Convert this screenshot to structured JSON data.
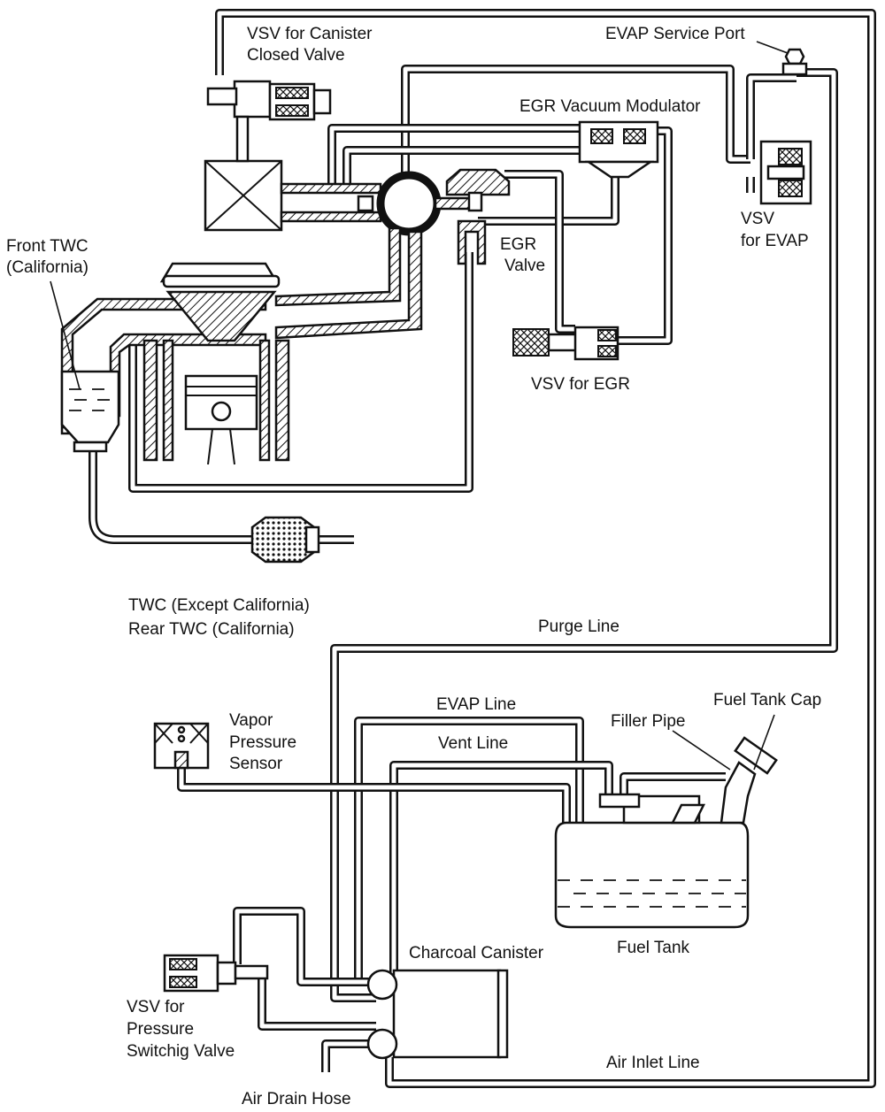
{
  "labels": {
    "vsv_canister_1": "VSV for Canister",
    "vsv_canister_2": "Closed Valve",
    "evap_service_port": "EVAP Service Port",
    "egr_vacuum_modulator": "EGR Vacuum Modulator",
    "vsv_evap_1": "VSV",
    "vsv_evap_2": "for EVAP",
    "front_twc_1": "Front TWC",
    "front_twc_2": "(California)",
    "egr_valve_1": "EGR",
    "egr_valve_2": "Valve",
    "vsv_egr": "VSV for EGR",
    "twc_except_1": "TWC (Except California)",
    "twc_except_2": "Rear TWC (California)",
    "purge_line": "Purge Line",
    "evap_line": "EVAP Line",
    "fuel_tank_cap": "Fuel Tank Cap",
    "filler_pipe": "Filler Pipe",
    "vapor_sensor_1": "Vapor",
    "vapor_sensor_2": "Pressure",
    "vapor_sensor_3": "Sensor",
    "vent_line": "Vent Line",
    "charcoal_canister": "Charcoal Canister",
    "fuel_tank": "Fuel Tank",
    "vsv_pressure_1": "VSV for",
    "vsv_pressure_2": "Pressure",
    "vsv_pressure_3": "Switchig Valve",
    "air_inlet_line": "Air Inlet Line",
    "air_drain_hose": "Air Drain Hose"
  }
}
